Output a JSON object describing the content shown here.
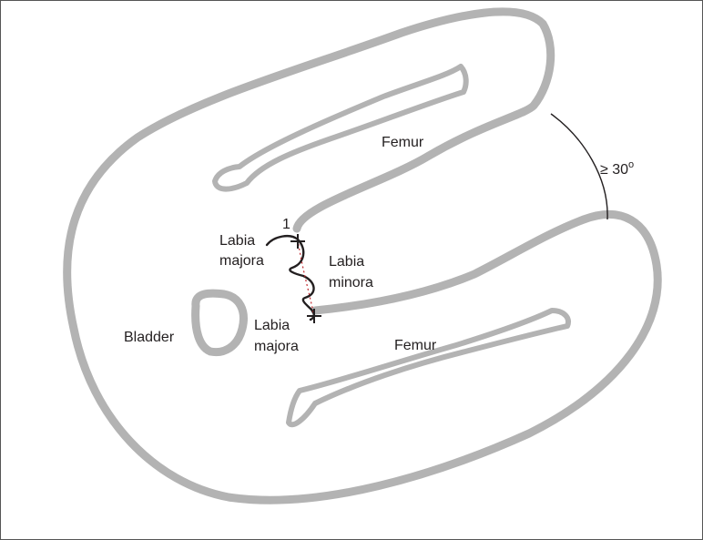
{
  "labels": {
    "femur_upper": "Femur",
    "femur_lower": "Femur",
    "angle": "≥ 30",
    "angle_unit": "o",
    "labia_majora_upper_1": "Labia",
    "labia_majora_upper_2": "majora",
    "labia_minora_1": "Labia",
    "labia_minora_2": "minora",
    "labia_majora_lower_1": "Labia",
    "labia_majora_lower_2": "majora",
    "bladder": "Bladder",
    "marker": "1"
  },
  "colors": {
    "outline": "#b3b3b3",
    "bone_fill": "#ffffff",
    "suture": "#231f20",
    "text": "#231f20"
  }
}
